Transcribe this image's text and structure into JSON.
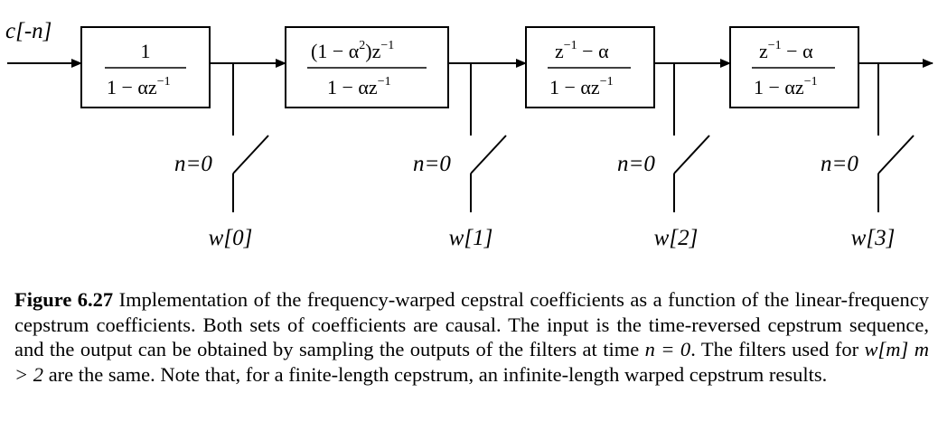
{
  "diagram": {
    "input_label": "c[-n]",
    "blocks": [
      {
        "num": "1",
        "den": "1 − αz",
        "den_exp": "−1"
      },
      {
        "num_pre": "(1 − α",
        "num_exp1": "2",
        "num_mid": ")z",
        "num_exp2": "−1",
        "den": "1 − αz",
        "den_exp": "−1"
      },
      {
        "num_pre": "z",
        "num_exp": "−1",
        "num_post": " − α",
        "den": "1 − αz",
        "den_exp": "−1"
      },
      {
        "num_pre": "z",
        "num_exp": "−1",
        "num_post": " − α",
        "den": "1 − αz",
        "den_exp": "−1"
      }
    ],
    "switches": [
      {
        "label": "n=0",
        "output": "w[0]"
      },
      {
        "label": "n=0",
        "output": "w[1]"
      },
      {
        "label": "n=0",
        "output": "w[2]"
      },
      {
        "label": "n=0",
        "output": "w[3]"
      }
    ]
  },
  "caption": {
    "figure_label": "Figure 6.27",
    "text_1": " Implementation of the frequency-warped cepstral coefficients as a function of the linear-frequency cepstrum coefficients. Both sets of coefficients are causal. The input is the time-reversed cepstrum sequence, and the output can be obtained by sampling the outputs of the filters at time ",
    "italic_1": "n = 0",
    "text_2": ". The filters used for ",
    "italic_2": "w[m] m > 2",
    "text_3": " are the same. Note that, for a finite-length cepstrum, an infinite-length warped cepstrum results."
  }
}
